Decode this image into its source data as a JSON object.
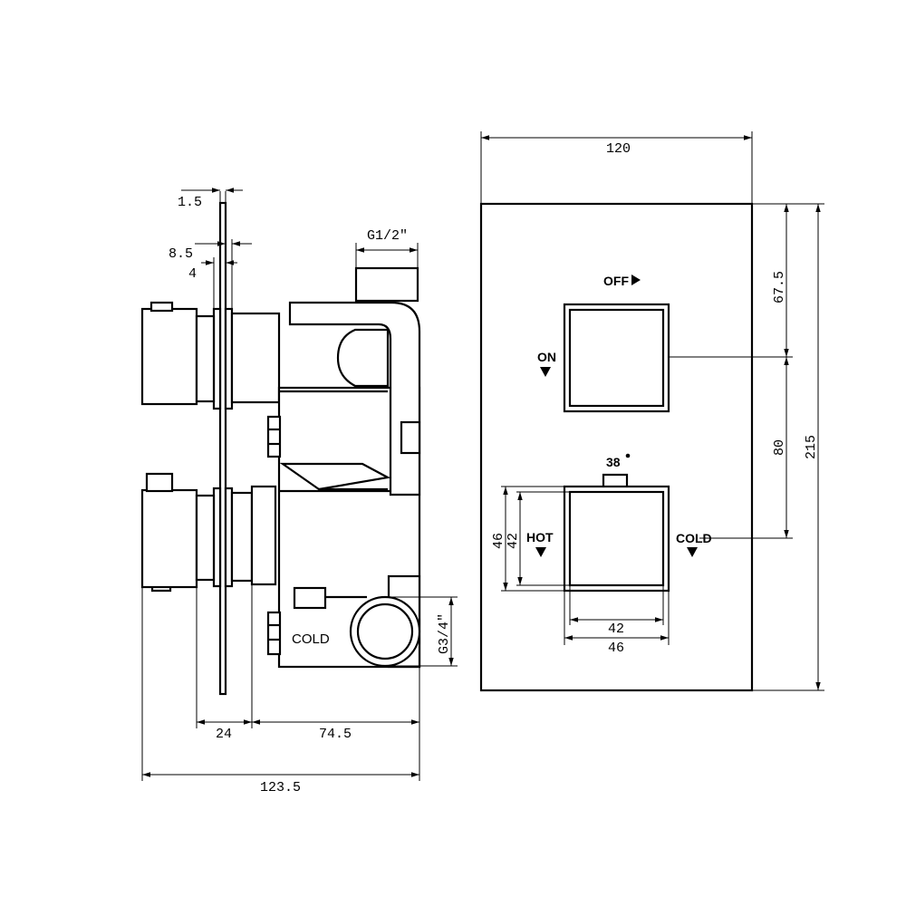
{
  "side_view": {
    "dims": {
      "d_1_5": "1.5",
      "d_8_5": "8.5",
      "d_4": "4",
      "d_g12": "G1/2\"",
      "d_g34": "G3/4\"",
      "d_24": "24",
      "d_74_5": "74.5",
      "d_123_5": "123.5"
    },
    "labels": {
      "cold": "COLD"
    }
  },
  "front_view": {
    "dims": {
      "d_120": "120",
      "d_67_5": "67.5",
      "d_80": "80",
      "d_215": "215",
      "d_46_v": "46",
      "d_42_v": "42",
      "d_42_h": "42",
      "d_46_h": "46"
    },
    "labels": {
      "off": "OFF",
      "on": "ON",
      "temp": "38",
      "hot": "HOT",
      "cold": "COLD"
    }
  }
}
